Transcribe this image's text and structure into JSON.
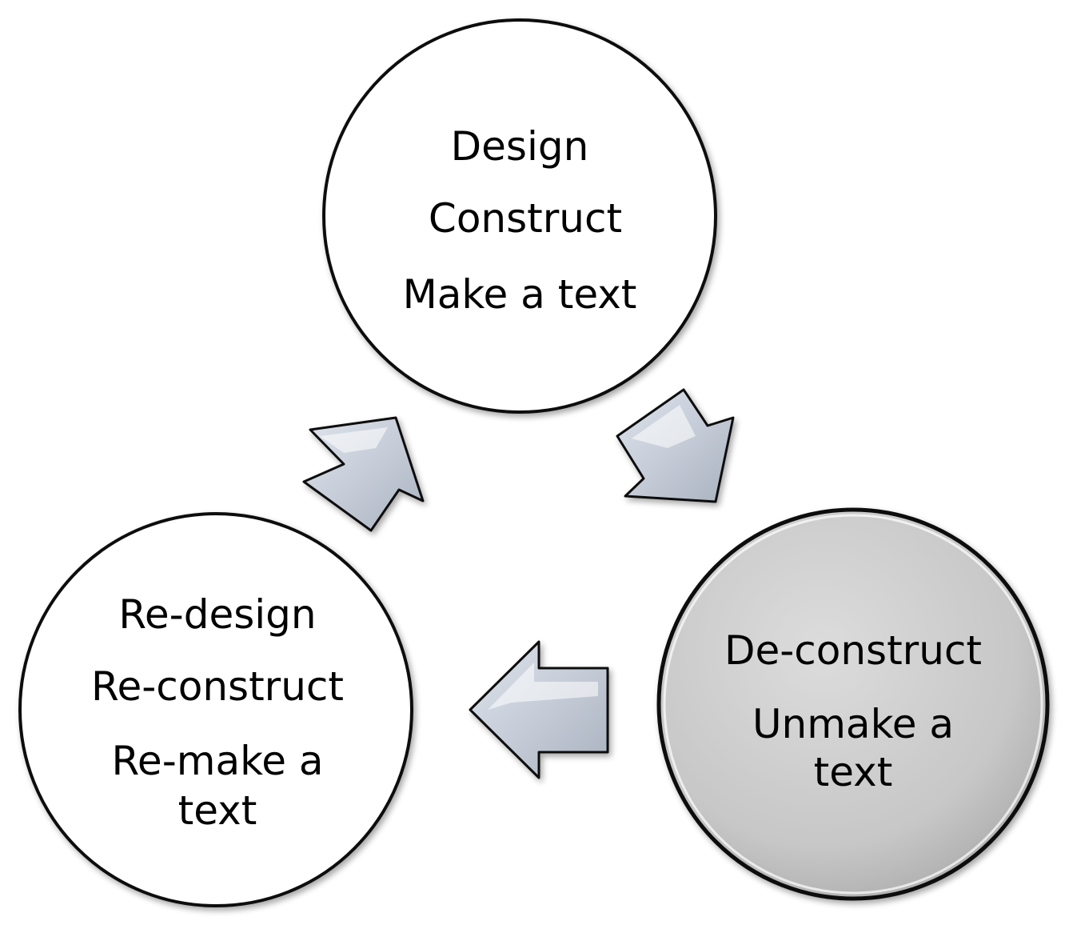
{
  "nodes": {
    "design": {
      "lines": [
        "Design",
        "Construct",
        "Make a text"
      ],
      "fill": "#ffffff"
    },
    "deconstruct": {
      "lines": [
        "De-construct",
        "Unmake a",
        "text"
      ],
      "fill": "#c9c9c9"
    },
    "redesign": {
      "lines": [
        "Re-design",
        "Re-construct",
        "Re-make a",
        "text"
      ],
      "fill": "#ffffff"
    }
  },
  "arrows": {
    "fill": "#c4cbd6",
    "items": [
      {
        "from": "design",
        "to": "deconstruct"
      },
      {
        "from": "deconstruct",
        "to": "redesign"
      },
      {
        "from": "redesign",
        "to": "design"
      }
    ]
  },
  "colors": {
    "outline": "#111111",
    "arrow_highlight": "#ffffff",
    "arrow_shade": "#9aa3b0"
  }
}
